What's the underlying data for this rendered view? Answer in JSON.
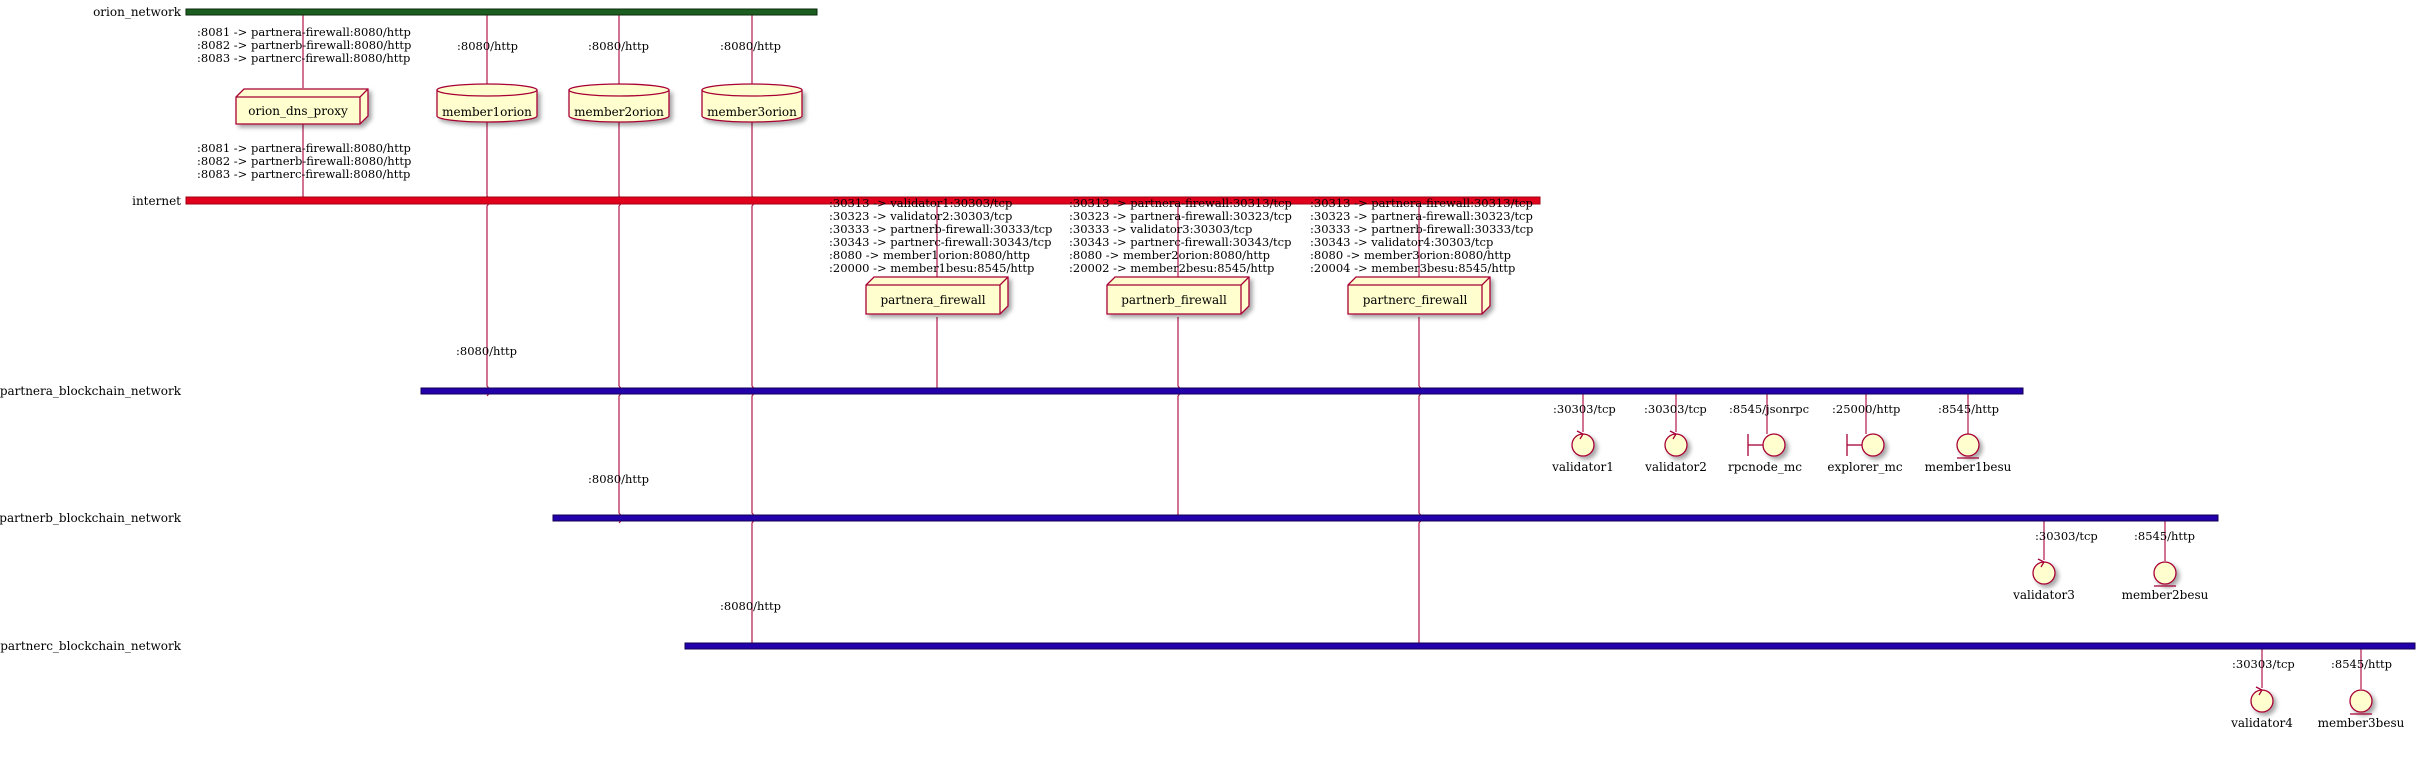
{
  "networks": {
    "orion": "orion_network",
    "internet": "internet",
    "partnera": "partnera_blockchain_network",
    "partnerb": "partnerb_blockchain_network",
    "partnerc": "partnerc_blockchain_network"
  },
  "nodes": {
    "proxy": "orion_dns_proxy",
    "member1orion": "member1orion",
    "member2orion": "member2orion",
    "member3orion": "member3orion",
    "fw_a": "partnera_firewall",
    "fw_b": "partnerb_firewall",
    "fw_c": "partnerc_firewall",
    "validator1": "validator1",
    "validator2": "validator2",
    "rpcnode": "rpcnode_mc",
    "explorer": "explorer_mc",
    "member1besu": "member1besu",
    "validator3": "validator3",
    "member2besu": "member2besu",
    "validator4": "validator4",
    "member3besu": "member3besu"
  },
  "labels": {
    "proxy_orion": [
      ":8081 -> partnera-firewall:8080/http",
      ":8082 -> partnerb-firewall:8080/http",
      ":8083 -> partnerc-firewall:8080/http"
    ],
    "proxy_internet": [
      ":8081 -> partnera-firewall:8080/http",
      ":8082 -> partnerb-firewall:8080/http",
      ":8083 -> partnerc-firewall:8080/http"
    ],
    "m1_orion": ":8080/http",
    "m2_orion": ":8080/http",
    "m3_orion": ":8080/http",
    "fw_a_ports": [
      ":30313 -> validator1:30303/tcp",
      ":30323 -> validator2:30303/tcp",
      ":30333 -> partnerb-firewall:30333/tcp",
      ":30343 -> partnerc-firewall:30343/tcp",
      ":8080 -> member1orion:8080/http",
      ":20000 -> member1besu:8545/http"
    ],
    "fw_b_ports": [
      ":30313 -> partnera-firewall:30313/tcp",
      ":30323 -> partnera-firewall:30323/tcp",
      ":30333 -> validator3:30303/tcp",
      ":30343 -> partnerc-firewall:30343/tcp",
      ":8080 -> member2orion:8080/http",
      ":20002 -> member2besu:8545/http"
    ],
    "fw_c_ports": [
      ":30313 -> partnera-firewall:30313/tcp",
      ":30323 -> partnera-firewall:30323/tcp",
      ":30333 -> partnerb-firewall:30333/tcp",
      ":30343 -> validator4:30303/tcp",
      ":8080 -> member3orion:8080/http",
      ":20004 -> member3besu:8545/http"
    ],
    "m1_net": ":8080/http",
    "m2_net": ":8080/http",
    "m3_net": ":8080/http",
    "v1": ":30303/tcp",
    "v2": ":30303/tcp",
    "rpc": ":8545/jsonrpc",
    "explorer": ":25000/http",
    "m1besu": ":8545/http",
    "v3": ":30303/tcp",
    "m2besu": ":8545/http",
    "v4": ":30303/tcp",
    "m3besu": ":8545/http"
  },
  "colors": {
    "orion_net": "#1b5e20",
    "internet": "#e0001b",
    "blockchain_net": "#2200aa",
    "line": "#b0174a",
    "node_fill": "#fefece",
    "node_stroke": "#a80036"
  }
}
